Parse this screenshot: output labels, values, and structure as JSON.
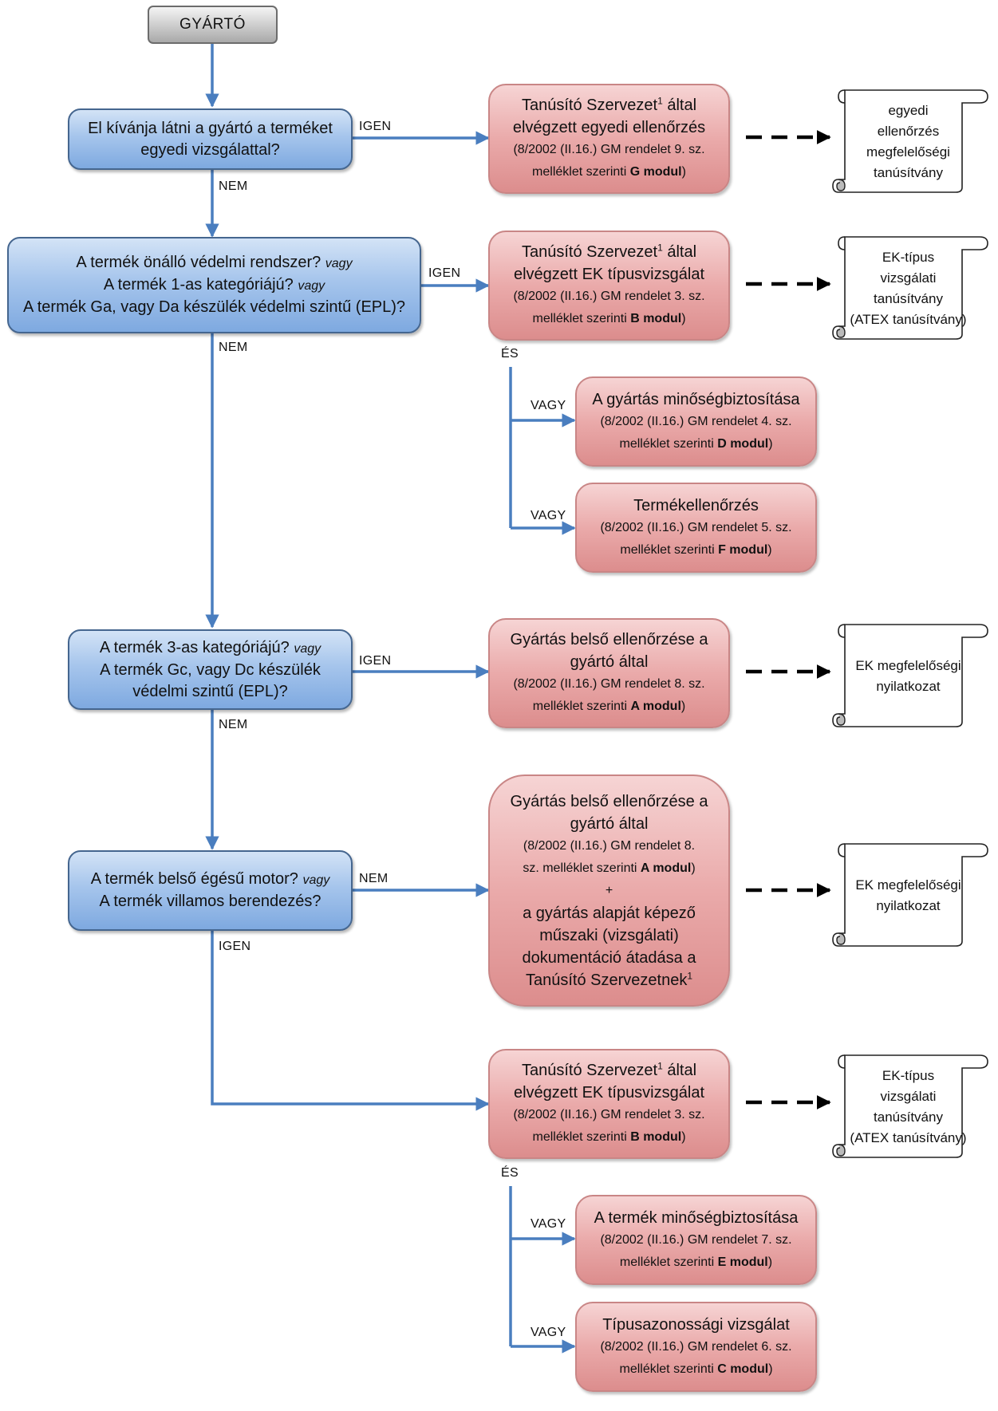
{
  "start": {
    "label": "GYÁRTÓ"
  },
  "decisions": [
    {
      "lines": [
        {
          "text": "El kívánja látni a gyártó a terméket",
          "em": ""
        },
        {
          "text": "egyedi vizsgálattal?",
          "em": ""
        }
      ]
    },
    {
      "lines": [
        {
          "text": "A termék önálló védelmi rendszer? ",
          "em": "vagy"
        },
        {
          "text": "A termék 1-as kategóriájú? ",
          "em": "vagy"
        },
        {
          "text": "A termék Ga, vagy Da készülék védelmi szintű (EPL)?",
          "em": ""
        }
      ]
    },
    {
      "lines": [
        {
          "text": "A termék 3-as kategóriájú? ",
          "em": "vagy"
        },
        {
          "text": "A termék Gc, vagy Dc készülék",
          "em": ""
        },
        {
          "text": "védelmi szintű (EPL)?",
          "em": ""
        }
      ]
    },
    {
      "lines": [
        {
          "text": "A termék belső égésű motor? ",
          "em": "vagy"
        },
        {
          "text": "A termék villamos berendezés?",
          "em": ""
        }
      ]
    }
  ],
  "processes": [
    {
      "head": [
        "Tanúsító Szervezet|1| által",
        "elvégzett egyedi ellenőrzés"
      ],
      "ref": [
        "(8/2002 (II.16.) GM rendelet 9. sz.",
        "melléklet szerinti |G modul|)"
      ]
    },
    {
      "head": [
        "Tanúsító Szervezet|1| által",
        "elvégzett EK típusvizsgálat"
      ],
      "ref": [
        "(8/2002 (II.16.) GM rendelet 3. sz.",
        "melléklet szerinti |B modul|)"
      ]
    },
    {
      "head": [
        "A gyártás minőségbiztosítása"
      ],
      "ref": [
        "(8/2002 (II.16.) GM rendelet 4. sz.",
        "melléklet szerinti |D modul|)"
      ]
    },
    {
      "head": [
        "Termékellenőrzés"
      ],
      "ref": [
        "(8/2002 (II.16.) GM rendelet 5. sz.",
        "melléklet szerinti |F modul|)"
      ]
    },
    {
      "head": [
        "Gyártás belső ellenőrzése a",
        "gyártó által"
      ],
      "ref": [
        "(8/2002 (II.16.) GM rendelet 8. sz.",
        "melléklet szerinti |A modul|)"
      ]
    },
    {
      "head": [],
      "ref": [],
      "mixed": [
        {
          "t": "Gyártás belső ellenőrzése a",
          "c": "l1"
        },
        {
          "t": "gyártó által",
          "c": "l1"
        },
        {
          "t": "(8/2002 (II.16.) GM rendelet 8.",
          "c": "l2"
        },
        {
          "t": "sz. melléklet szerinti |A modul|)",
          "c": "l2"
        },
        {
          "t": "+",
          "c": "l2"
        },
        {
          "t": "a gyártás alapját képező",
          "c": "l1"
        },
        {
          "t": "műszaki (vizsgálati)",
          "c": "l1"
        },
        {
          "t": "dokumentáció átadása a",
          "c": "l1"
        },
        {
          "t": "Tanúsító Szervezetnek|1|",
          "c": "l1"
        }
      ]
    },
    {
      "head": [
        "Tanúsító Szervezet|1| által",
        "elvégzett EK típusvizsgálat"
      ],
      "ref": [
        "(8/2002 (II.16.) GM rendelet 3. sz.",
        "melléklet szerinti |B modul|)"
      ]
    },
    {
      "head": [
        "A termék minőségbiztosítása"
      ],
      "ref": [
        "(8/2002 (II.16.) GM rendelet 7. sz.",
        "melléklet szerinti |E modul|)"
      ]
    },
    {
      "head": [
        "Típusazonossági vizsgálat"
      ],
      "ref": [
        "(8/2002 (II.16.) GM rendelet 6. sz.",
        "melléklet szerinti |C modul|)"
      ]
    }
  ],
  "documents": [
    {
      "lines": [
        "egyedi",
        "ellenőrzés",
        "megfelelőségi",
        "tanúsítvány"
      ]
    },
    {
      "lines": [
        "EK-típus",
        "vizsgálati",
        "tanúsítvány",
        "(ATEX tanúsítvány)"
      ]
    },
    {
      "lines": [
        "EK megfelelőségi",
        "nyilatkozat"
      ]
    },
    {
      "lines": [
        "EK megfelelőségi",
        "nyilatkozat"
      ]
    },
    {
      "lines": [
        "EK-típus",
        "vizsgálati",
        "tanúsítvány",
        "(ATEX tanúsítvány)"
      ]
    }
  ],
  "edge_labels": {
    "igen1": "IGEN",
    "nem1": "NEM",
    "igen2": "IGEN",
    "nem2": "NEM",
    "es1": "ÉS",
    "vagy1": "VAGY",
    "vagy2": "VAGY",
    "igen3": "IGEN",
    "nem3": "NEM",
    "nem4": "NEM",
    "igen4": "IGEN",
    "es2": "ÉS",
    "vagy3": "VAGY",
    "vagy4": "VAGY"
  },
  "colors": {
    "connector": "#4a7ebf",
    "decision_fill": "#9dbde9",
    "decision_border": "#45668f",
    "process_fill": "#e8a3a3",
    "process_border": "#c98686",
    "start_fill": "#c8c8c8"
  }
}
